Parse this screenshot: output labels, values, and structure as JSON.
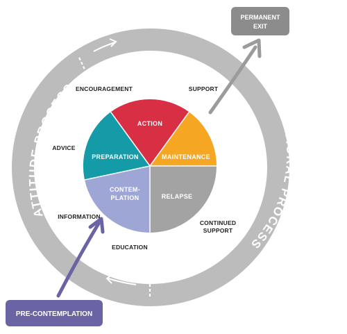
{
  "ring": {
    "left_label": "ATTITUDE PROCESS",
    "right_label": "BEHAVIORAL PROCESS",
    "color": "#bcbcbc"
  },
  "wheel": {
    "slices": [
      {
        "key": "action",
        "label": "ACTION",
        "color": "#d92f45"
      },
      {
        "key": "maintenance",
        "label": "MAINTENANCE",
        "color": "#f5a623"
      },
      {
        "key": "relapse",
        "label": "RELAPSE",
        "color": "#a3a3a3"
      },
      {
        "key": "contemplation",
        "label_line1": "CONTEM-",
        "label_line2": "PLATION",
        "color": "#9ea6d6"
      },
      {
        "key": "preparation",
        "label": "PREPARATION",
        "color": "#159aa8"
      }
    ]
  },
  "surrounding_labels": {
    "encouragement": "ENCOURAGEMENT",
    "support": "SUPPORT",
    "advice": "ADVICE",
    "information": "INFORMATION",
    "education": "EDUCATION",
    "continued_support_line1": "CONTINUED",
    "continued_support_line2": "SUPPORT"
  },
  "exit_box": {
    "line1": "PERMANENT",
    "line2": "EXIT",
    "color": "#8c8c8c"
  },
  "entry_box": {
    "label": "PRE-CONTEMPLATION",
    "color": "#6a64a4"
  }
}
